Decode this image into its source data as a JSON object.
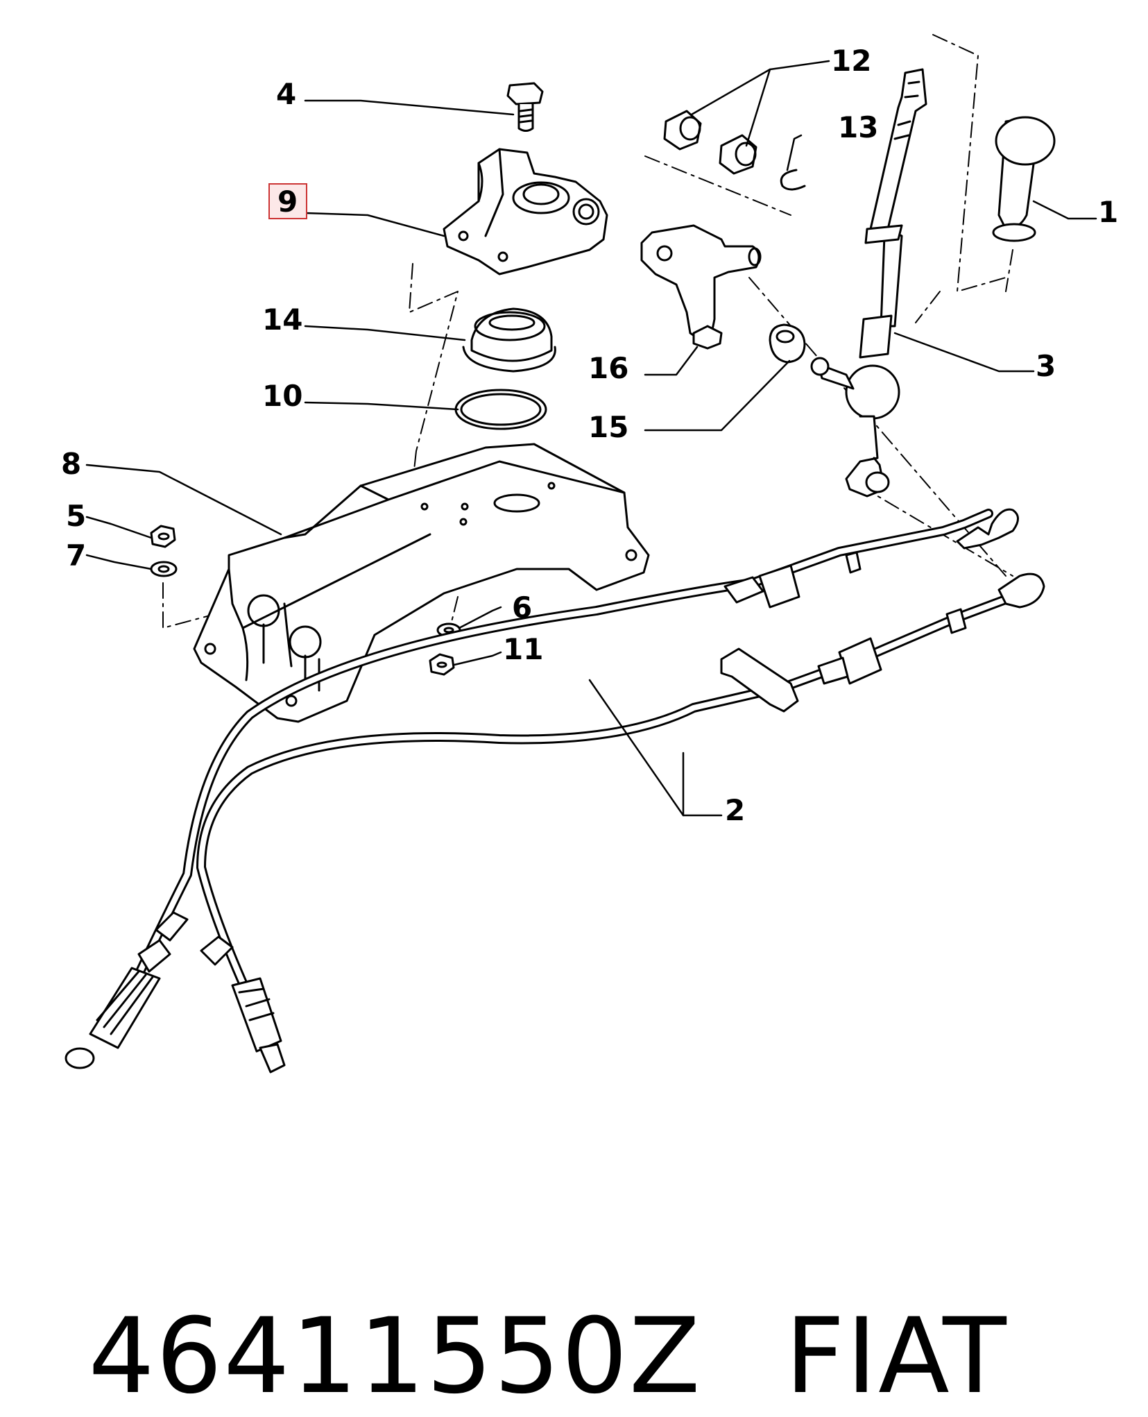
{
  "diagram": {
    "callouts": [
      {
        "id": "c1",
        "label": "1"
      },
      {
        "id": "c2",
        "label": "2"
      },
      {
        "id": "c3",
        "label": "3"
      },
      {
        "id": "c4",
        "label": "4"
      },
      {
        "id": "c5",
        "label": "5"
      },
      {
        "id": "c6",
        "label": "6"
      },
      {
        "id": "c7",
        "label": "7"
      },
      {
        "id": "c8",
        "label": "8"
      },
      {
        "id": "c9",
        "label": "9",
        "highlighted": true
      },
      {
        "id": "c10",
        "label": "10"
      },
      {
        "id": "c11",
        "label": "11"
      },
      {
        "id": "c12",
        "label": "12"
      },
      {
        "id": "c13",
        "label": "13"
      },
      {
        "id": "c14",
        "label": "14"
      },
      {
        "id": "c15",
        "label": "15"
      },
      {
        "id": "c16",
        "label": "16"
      }
    ],
    "highlight_color": "#cc3333",
    "highlight_fill": "#fce8e8"
  },
  "caption": {
    "part_number": "46411550Z",
    "brand": "FIAT"
  }
}
